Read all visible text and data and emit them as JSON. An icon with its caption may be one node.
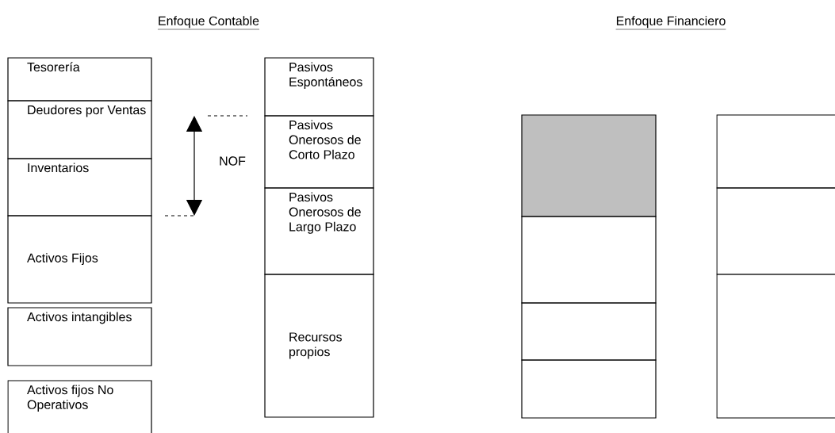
{
  "diagram": {
    "nodes": [
      {
        "text": [
          "Tesorería"
        ]
      },
      {
        "text": [
          "Deudores por Ventas"
        ]
      },
      {
        "text": [
          "Inventarios"
        ]
      },
      {
        "text": [
          "Activos Fijos"
        ]
      },
      {
        "text": [
          "Activos intangibles"
        ]
      },
      {
        "text": [
          "Activos fijos No Operativos"
        ]
      },
      {
        "text": [
          "Pasivos Espontáneos"
        ]
      },
      {
        "text": [
          "Pasivos Onerosos de Corto Plazo"
        ]
      },
      {
        "text": [
          "Pasivos Onerosos de Largo Plazo"
        ]
      },
      {
        "text": [
          "Recursos propios"
        ]
      },
      {
        "text": [],
        "shape": "box"
      },
      {
        "text": [],
        "shape": "box"
      },
      {
        "text": [],
        "shape": "box"
      },
      {
        "text": [],
        "shape": "box"
      },
      {
        "text": [],
        "shape": "box"
      },
      {
        "text": [],
        "shape": "box"
      },
      {
        "text": [],
        "shape": "box"
      }
    ],
    "labels": [
      "Enfoque Contable",
      "Enfoque Financiero",
      "NOF"
    ]
  }
}
